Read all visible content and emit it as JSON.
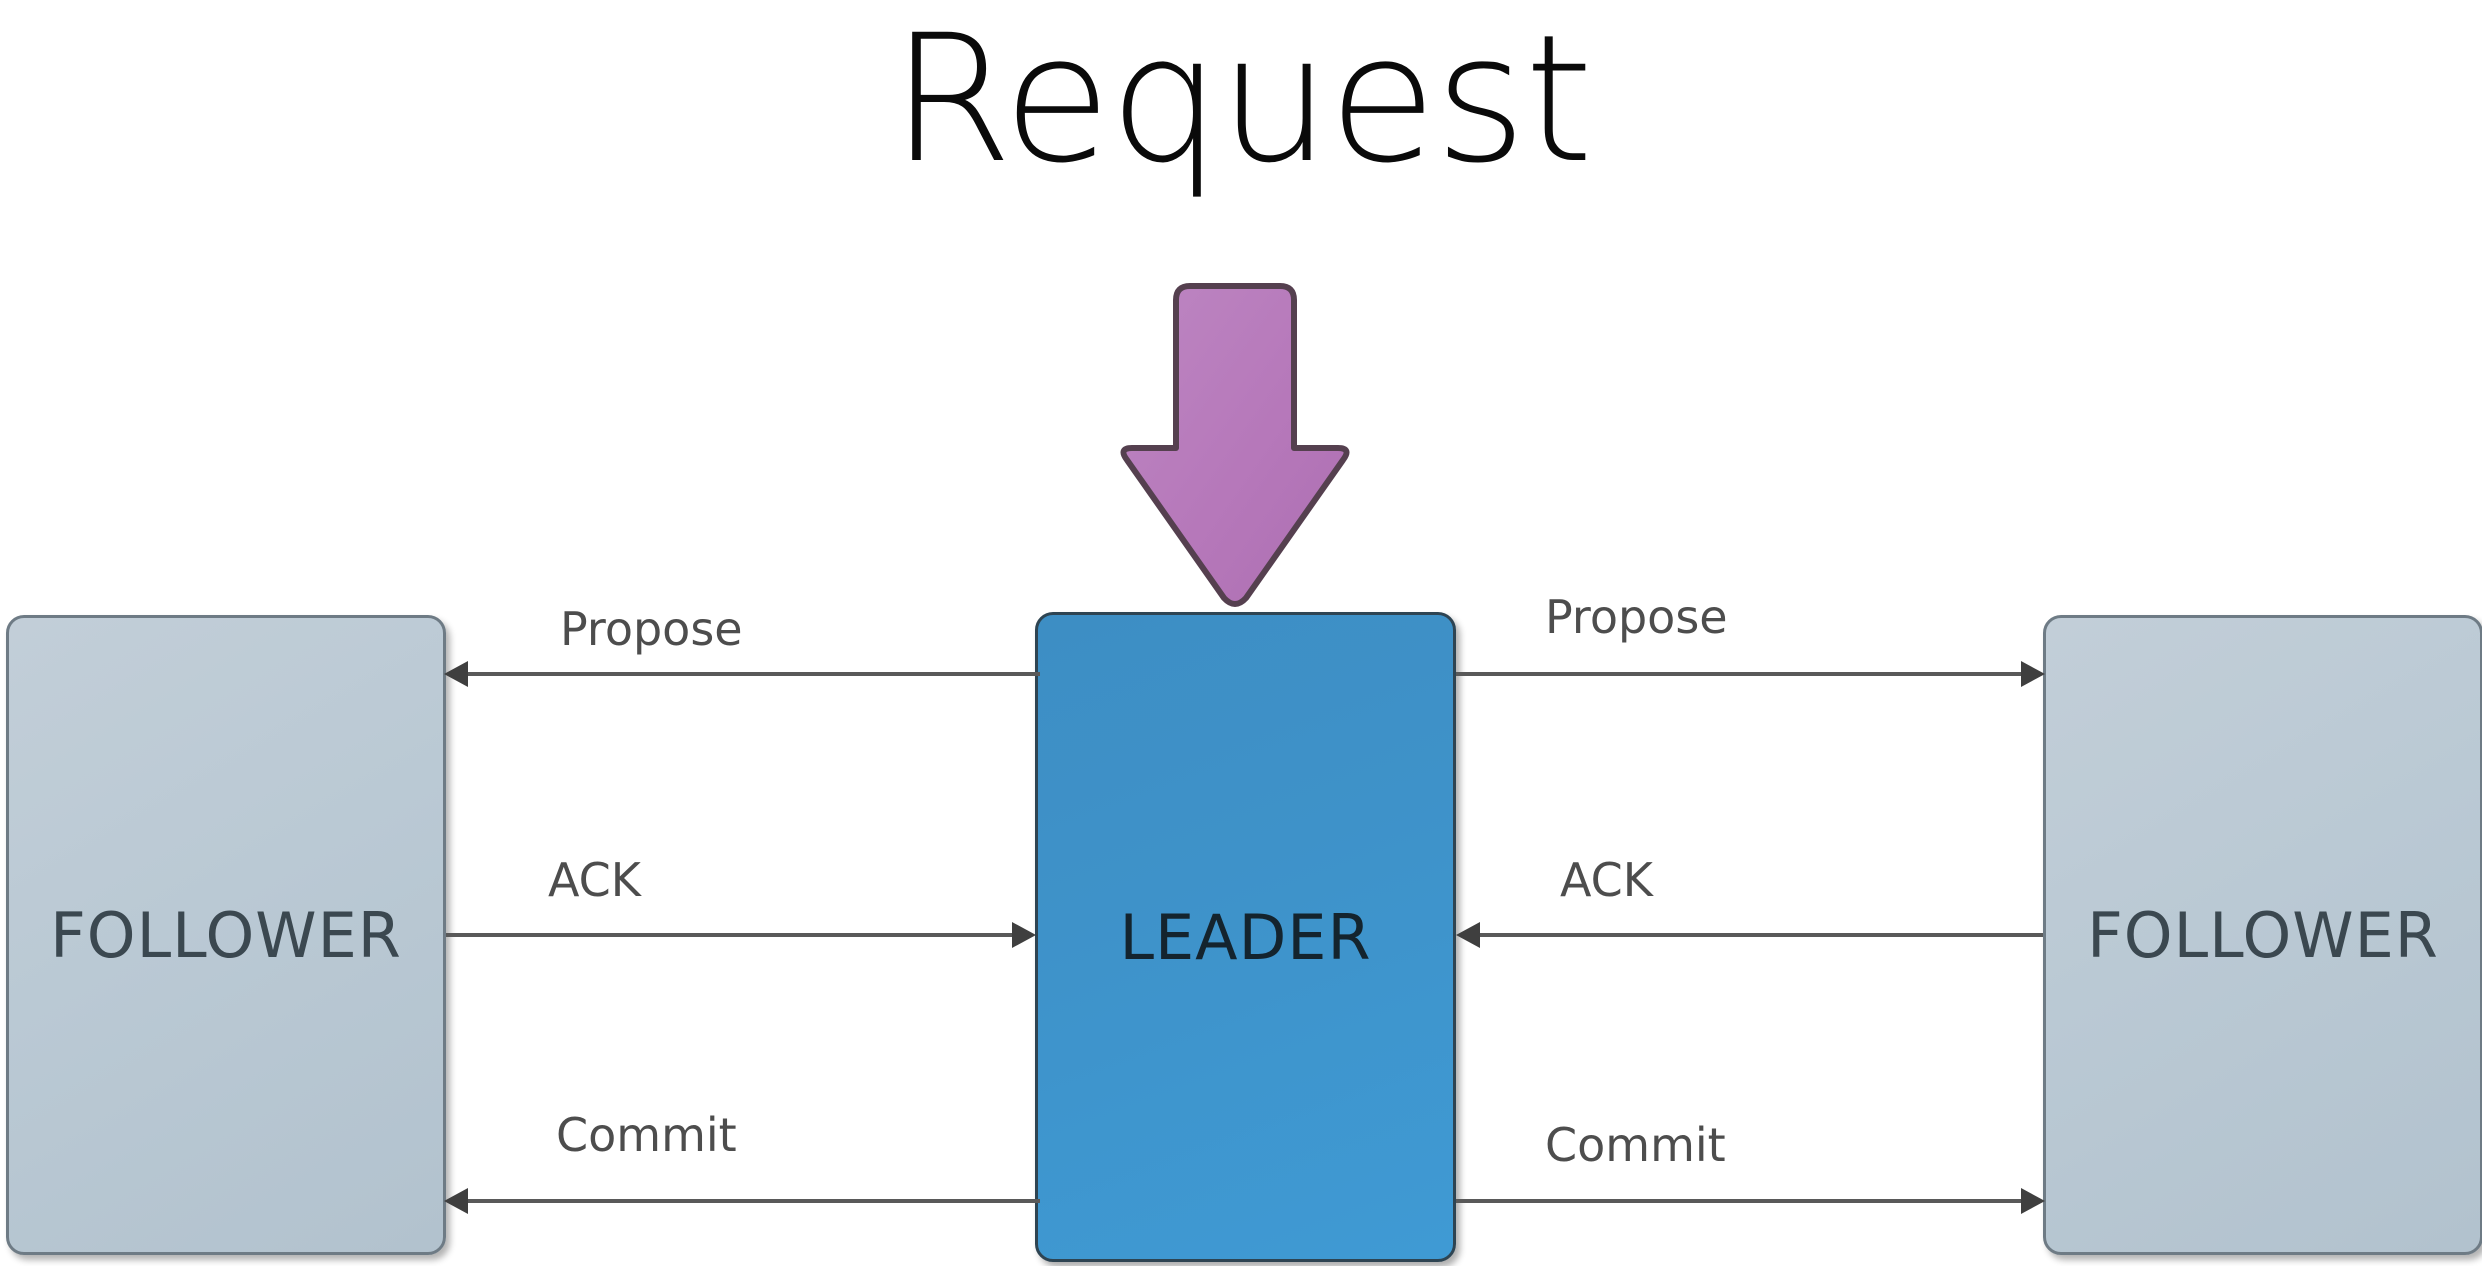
{
  "title": "Request",
  "colors": {
    "leader_fill": "#3e92c9",
    "leader_stroke": "#2e4452",
    "follower_fill": "#bac9d4",
    "follower_stroke": "#6e7b85",
    "request_arrow_fill": "#b878bb",
    "request_arrow_stroke": "#55404f",
    "flow_line": "#595959",
    "label_text": "#4d4d4d",
    "background": "#ffffff"
  },
  "nodes": {
    "follower_left": {
      "label": "FOLLOWER",
      "role": "follower"
    },
    "leader": {
      "label": "LEADER",
      "role": "leader"
    },
    "follower_right": {
      "label": "FOLLOWER",
      "role": "follower"
    }
  },
  "request_arrow": {
    "icon": "down-arrow-icon",
    "target": "LEADER",
    "direction": "down"
  },
  "flows": {
    "left": [
      {
        "label": "Propose",
        "from": "LEADER",
        "to": "FOLLOWER",
        "direction": "left"
      },
      {
        "label": "ACK",
        "from": "FOLLOWER",
        "to": "LEADER",
        "direction": "right"
      },
      {
        "label": "Commit",
        "from": "LEADER",
        "to": "FOLLOWER",
        "direction": "left"
      }
    ],
    "right": [
      {
        "label": "Propose",
        "from": "LEADER",
        "to": "FOLLOWER",
        "direction": "right"
      },
      {
        "label": "ACK",
        "from": "FOLLOWER",
        "to": "LEADER",
        "direction": "left"
      },
      {
        "label": "Commit",
        "from": "LEADER",
        "to": "FOLLOWER",
        "direction": "right"
      }
    ]
  }
}
